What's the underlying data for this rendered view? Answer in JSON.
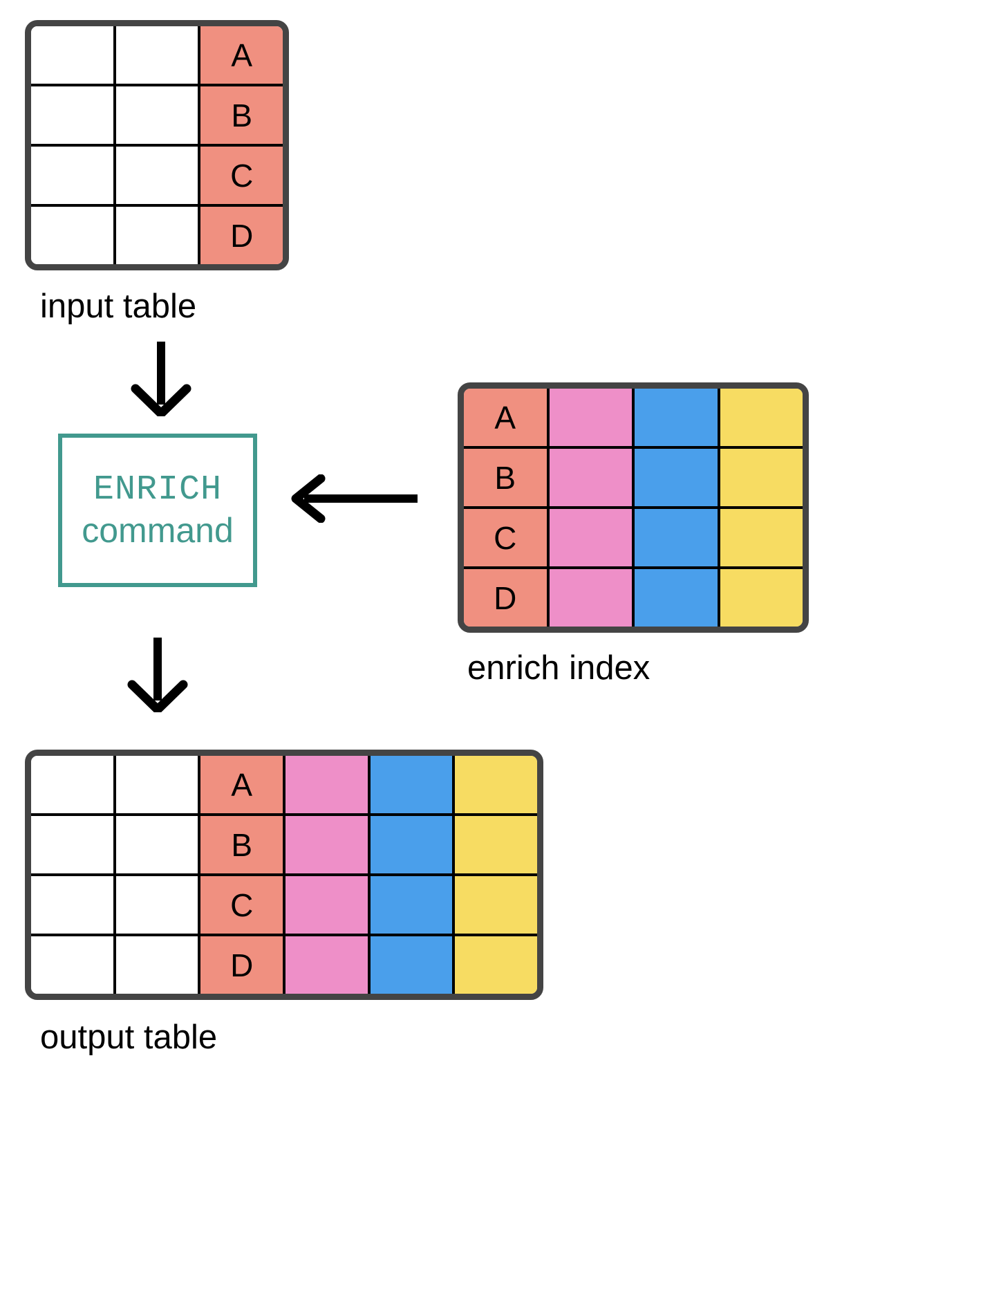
{
  "diagram": {
    "title": "ENRICH command data flow",
    "colors": {
      "key_column": "#F09080",
      "enrich_field_1": "#EE8FC8",
      "enrich_field_2": "#4A9FEB",
      "enrich_field_3": "#F7DC62",
      "command_accent": "#42998E",
      "table_border": "#444444",
      "grid_line": "#000000",
      "arrow": "#000000"
    }
  },
  "input_table": {
    "caption": "input table",
    "rows": [
      [
        {
          "text": "",
          "color": "white"
        },
        {
          "text": "",
          "color": "white"
        },
        {
          "text": "A",
          "color": "salmon"
        }
      ],
      [
        {
          "text": "",
          "color": "white"
        },
        {
          "text": "",
          "color": "white"
        },
        {
          "text": "B",
          "color": "salmon"
        }
      ],
      [
        {
          "text": "",
          "color": "white"
        },
        {
          "text": "",
          "color": "white"
        },
        {
          "text": "C",
          "color": "salmon"
        }
      ],
      [
        {
          "text": "",
          "color": "white"
        },
        {
          "text": "",
          "color": "white"
        },
        {
          "text": "D",
          "color": "salmon"
        }
      ]
    ]
  },
  "enrich_index": {
    "caption": "enrich index",
    "rows": [
      [
        {
          "text": "A",
          "color": "salmon"
        },
        {
          "text": "",
          "color": "pink"
        },
        {
          "text": "",
          "color": "blue"
        },
        {
          "text": "",
          "color": "yellow"
        }
      ],
      [
        {
          "text": "B",
          "color": "salmon"
        },
        {
          "text": "",
          "color": "pink"
        },
        {
          "text": "",
          "color": "blue"
        },
        {
          "text": "",
          "color": "yellow"
        }
      ],
      [
        {
          "text": "C",
          "color": "salmon"
        },
        {
          "text": "",
          "color": "pink"
        },
        {
          "text": "",
          "color": "blue"
        },
        {
          "text": "",
          "color": "yellow"
        }
      ],
      [
        {
          "text": "D",
          "color": "salmon"
        },
        {
          "text": "",
          "color": "pink"
        },
        {
          "text": "",
          "color": "blue"
        },
        {
          "text": "",
          "color": "yellow"
        }
      ]
    ]
  },
  "output_table": {
    "caption": "output table",
    "rows": [
      [
        {
          "text": "",
          "color": "white"
        },
        {
          "text": "",
          "color": "white"
        },
        {
          "text": "A",
          "color": "salmon"
        },
        {
          "text": "",
          "color": "pink"
        },
        {
          "text": "",
          "color": "blue"
        },
        {
          "text": "",
          "color": "yellow"
        }
      ],
      [
        {
          "text": "",
          "color": "white"
        },
        {
          "text": "",
          "color": "white"
        },
        {
          "text": "B",
          "color": "salmon"
        },
        {
          "text": "",
          "color": "pink"
        },
        {
          "text": "",
          "color": "blue"
        },
        {
          "text": "",
          "color": "yellow"
        }
      ],
      [
        {
          "text": "",
          "color": "white"
        },
        {
          "text": "",
          "color": "white"
        },
        {
          "text": "C",
          "color": "salmon"
        },
        {
          "text": "",
          "color": "pink"
        },
        {
          "text": "",
          "color": "blue"
        },
        {
          "text": "",
          "color": "yellow"
        }
      ],
      [
        {
          "text": "",
          "color": "white"
        },
        {
          "text": "",
          "color": "white"
        },
        {
          "text": "D",
          "color": "salmon"
        },
        {
          "text": "",
          "color": "pink"
        },
        {
          "text": "",
          "color": "blue"
        },
        {
          "text": "",
          "color": "yellow"
        }
      ]
    ]
  },
  "command_box": {
    "keyword": "ENRICH",
    "word": "command"
  },
  "arrows": {
    "input_to_command": "down",
    "index_to_command": "left",
    "command_to_output": "down"
  }
}
